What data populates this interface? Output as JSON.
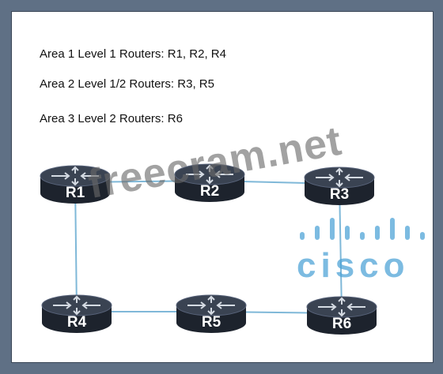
{
  "notes": [
    "Area 1 Level 1 Routers: R1, R2, R4",
    "Area 2 Level 1/2 Routers: R3, R5",
    "Area 3 Level 2 Routers: R6"
  ],
  "routers": [
    {
      "id": "R1",
      "label": "R1"
    },
    {
      "id": "R2",
      "label": "R2"
    },
    {
      "id": "R3",
      "label": "R3"
    },
    {
      "id": "R4",
      "label": "R4"
    },
    {
      "id": "R5",
      "label": "R5"
    },
    {
      "id": "R6",
      "label": "R6"
    }
  ],
  "links": [
    {
      "from": "R1",
      "to": "R2"
    },
    {
      "from": "R2",
      "to": "R3"
    },
    {
      "from": "R1",
      "to": "R4"
    },
    {
      "from": "R3",
      "to": "R6"
    },
    {
      "from": "R4",
      "to": "R5"
    },
    {
      "from": "R5",
      "to": "R6"
    }
  ],
  "watermark": "freecram.net",
  "brand": {
    "text": "cisco"
  },
  "colors": {
    "link": "#7fb8d8",
    "router_top": "#3a4352",
    "router_body": "#1d232d",
    "router_arrows": "#d5dbe3",
    "brand": "#49a1d6",
    "outer_background": "#5f7085"
  }
}
